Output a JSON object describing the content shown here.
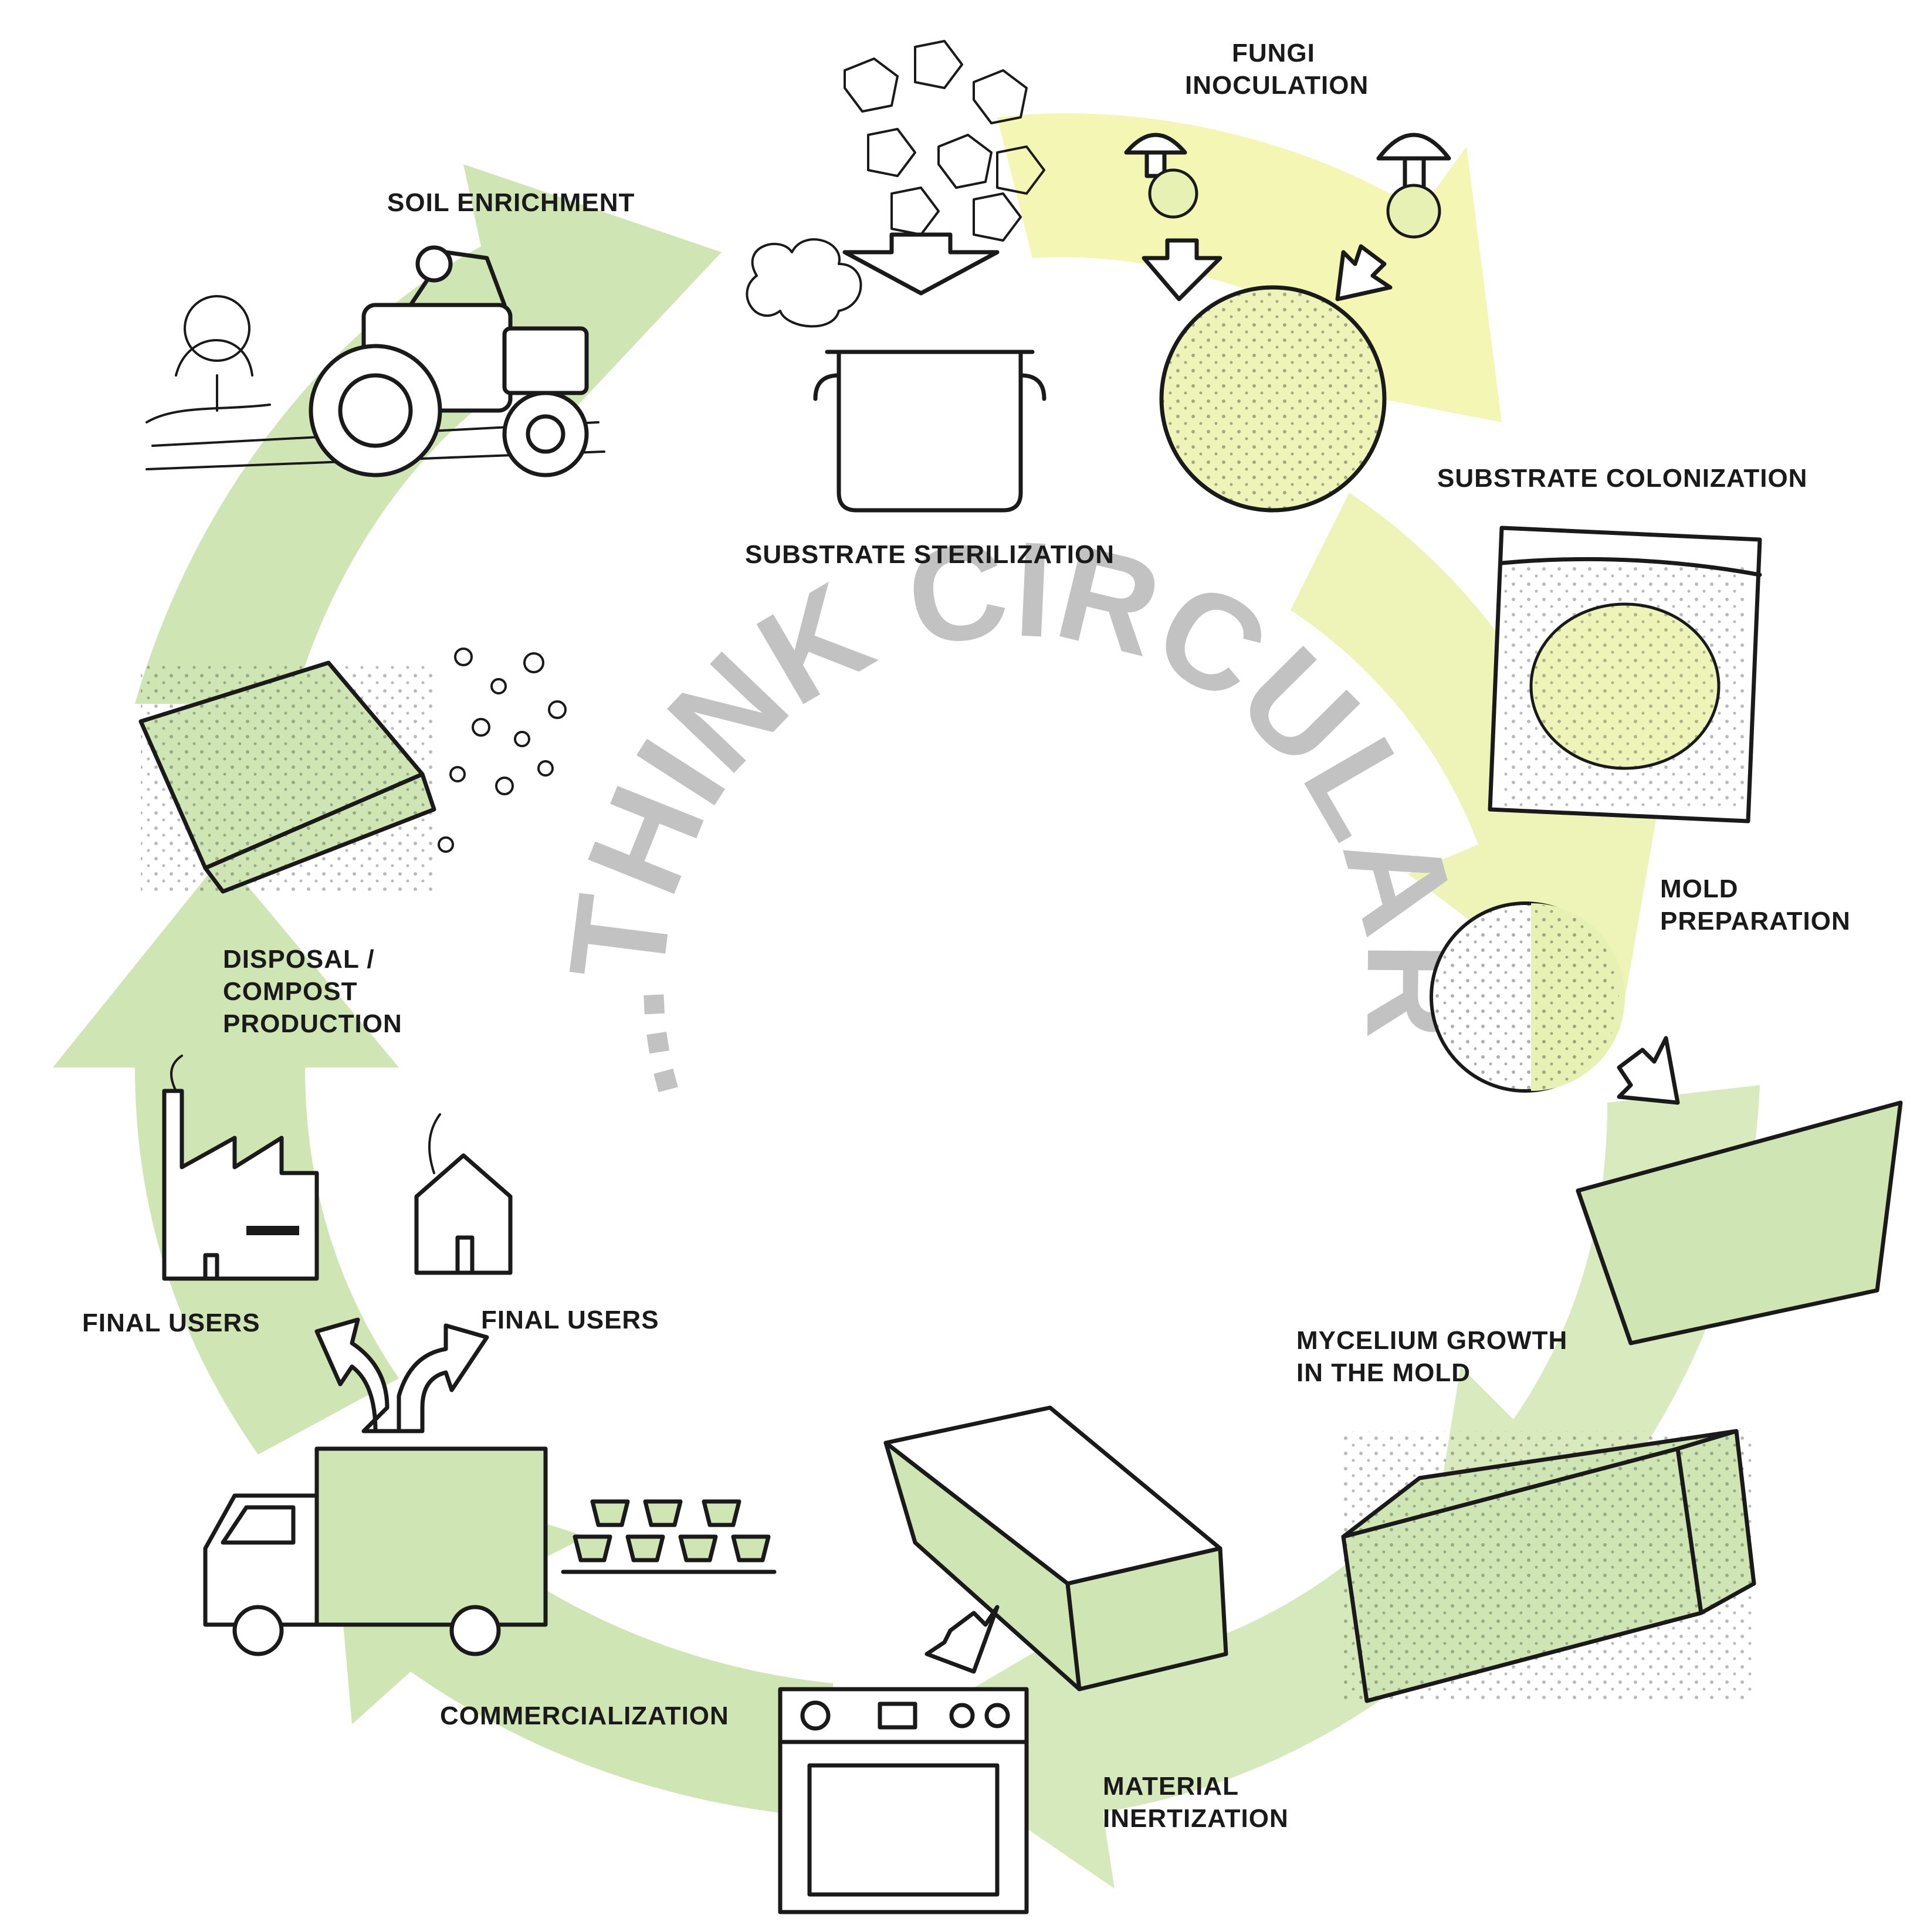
{
  "center": {
    "text": "...THINK CIRCULAR"
  },
  "stages": [
    {
      "id": "substrate-sterilization",
      "lines": [
        "SUBSTRATE STERILIZATION"
      ]
    },
    {
      "id": "fungi-inoculation",
      "lines": [
        "FUNGI",
        "INOCULATION"
      ]
    },
    {
      "id": "substrate-colonization",
      "lines": [
        "SUBSTRATE COLONIZATION"
      ]
    },
    {
      "id": "mold-preparation",
      "lines": [
        "MOLD",
        "PREPARATION"
      ]
    },
    {
      "id": "mycelium-growth",
      "lines": [
        "MYCELIUM GROWTH",
        "IN THE MOLD"
      ]
    },
    {
      "id": "material-inertization",
      "lines": [
        "MATERIAL",
        "INERTIZATION"
      ]
    },
    {
      "id": "commercialization",
      "lines": [
        "COMMERCIALIZATION"
      ]
    },
    {
      "id": "final-users-industry",
      "lines": [
        "FINAL USERS"
      ]
    },
    {
      "id": "final-users-home",
      "lines": [
        "FINAL USERS"
      ]
    },
    {
      "id": "disposal-compost",
      "lines": [
        "DISPOSAL /",
        "COMPOST",
        "PRODUCTION"
      ]
    },
    {
      "id": "soil-enrichment",
      "lines": [
        "SOIL ENRICHMENT"
      ]
    }
  ],
  "colors": {
    "cycle_green": "#cfe6b4",
    "cycle_yellow": "#f6f6b0",
    "center_text": "#c2c2c2",
    "ink": "#1a1a1a"
  }
}
